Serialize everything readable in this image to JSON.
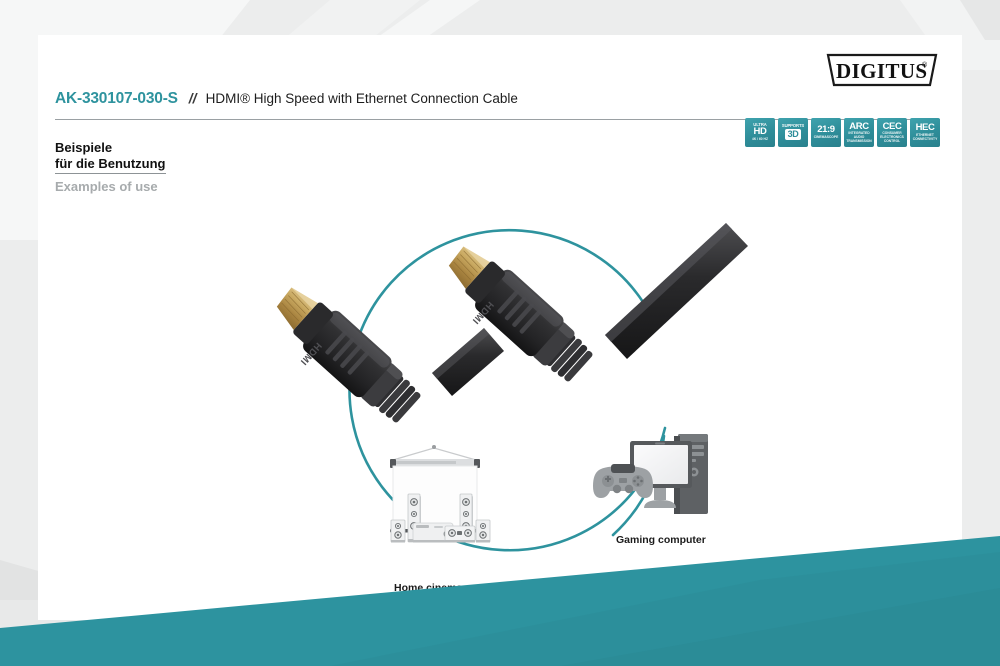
{
  "brand": {
    "logo_text": "DIGITUS",
    "logo_mark": "registered-trademark"
  },
  "header": {
    "article_number": "AK-330107-030-S",
    "separator": "//",
    "product_title": "HDMI® High Speed with Ethernet Connection Cable"
  },
  "section": {
    "heading_de_line1": "Beispiele",
    "heading_de_line2": "für die Benutzung",
    "heading_en": "Examples of use"
  },
  "badges": [
    {
      "top": "ULTRA",
      "main": "HD",
      "sub": "4K / 60 Hz",
      "boxed": false
    },
    {
      "top": "supports",
      "main": "3D",
      "sub": "",
      "boxed": true
    },
    {
      "top": "",
      "main": "21:9",
      "sub": "Cinemascope",
      "boxed": false
    },
    {
      "top": "",
      "main": "ARC",
      "sub": "Integrated audio transmission",
      "boxed": false
    },
    {
      "top": "",
      "main": "CEC",
      "sub": "Consumer Electronics Control",
      "boxed": false
    },
    {
      "top": "",
      "main": "HEC",
      "sub": "Ethernet connectivity",
      "boxed": false
    }
  ],
  "illustration": {
    "cable_label": "hdmi-cable-dual-connector",
    "connector_emboss": "HDMI",
    "captions": {
      "home_cinema": "Home cinema",
      "gaming_computer": "Gaming computer"
    }
  },
  "colors": {
    "accent_teal": "#2e939e",
    "wedge_teal": "#2d939f",
    "page_background": "#eceded",
    "card_background": "#ffffff",
    "title_grey": "#a7abad",
    "connector_gold": "#c9a961",
    "connector_black": "#2b2b2d"
  }
}
